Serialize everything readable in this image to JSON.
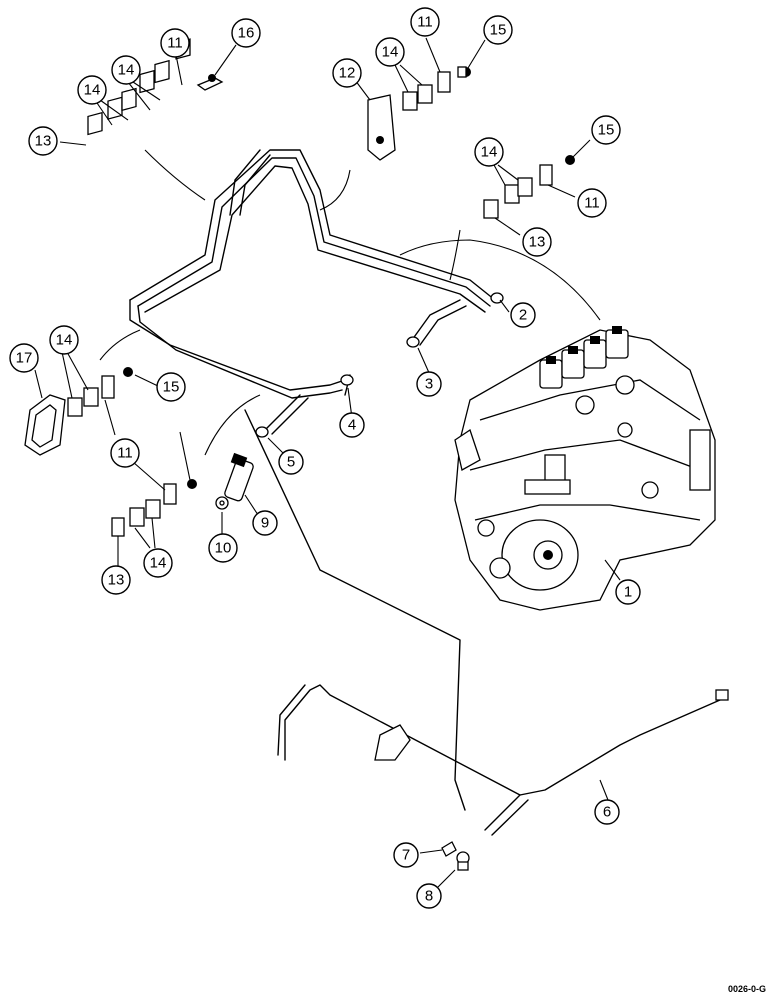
{
  "callouts": {
    "c1": "1",
    "c2": "2",
    "c3": "3",
    "c4": "4",
    "c5": "5",
    "c6": "6",
    "c7": "7",
    "c8": "8",
    "c9": "9",
    "c10": "10",
    "c11a": "11",
    "c11b": "11",
    "c11c": "11",
    "c11d": "11",
    "c12": "12",
    "c13a": "13",
    "c13b": "13",
    "c13c": "13",
    "c14a": "14",
    "c14b": "14",
    "c14c": "14",
    "c14d": "14",
    "c14e": "14",
    "c14f": "14",
    "c15a": "15",
    "c15b": "15",
    "c15c": "15",
    "c16": "16",
    "c17": "17"
  },
  "figure_code": "0026-0-G"
}
